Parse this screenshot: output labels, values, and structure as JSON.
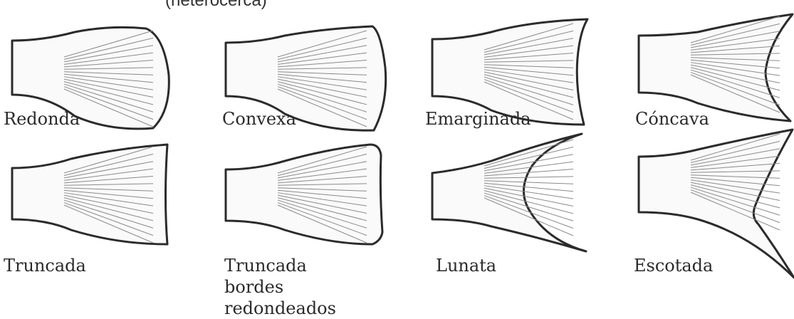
{
  "top_fragment": "(heterocerca)",
  "fins": [
    {
      "id": "redonda",
      "label": "Redonda"
    },
    {
      "id": "convexa",
      "label": "Convexa"
    },
    {
      "id": "emarginada",
      "label": "Emarginada"
    },
    {
      "id": "concava",
      "label": "Cóncava"
    },
    {
      "id": "truncada",
      "label": "Truncada"
    },
    {
      "id": "truncada-bordes-redondeados",
      "label": "Truncada bordes redondeados"
    },
    {
      "id": "lunata",
      "label": "Lunata"
    },
    {
      "id": "escotada",
      "label": "Escotada"
    }
  ]
}
